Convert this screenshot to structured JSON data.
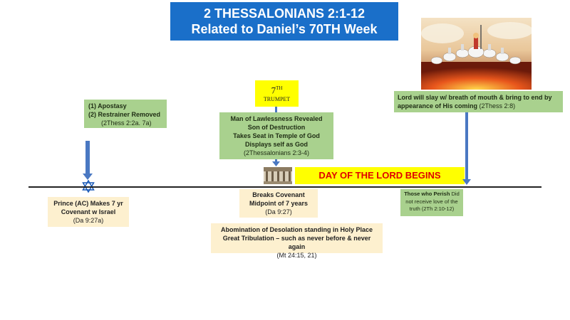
{
  "title": {
    "line1": "2 THESSALONIANS 2:1-12",
    "line2": "Related to Daniel’s 70TH Week"
  },
  "colors": {
    "title_bg": "#1a6fc9",
    "green_box": "#a9d18e",
    "cream_box": "#fdf0cf",
    "highlight_yellow": "#ffff00",
    "day_of_lord_text": "#e00000",
    "arrow_blue": "#4a78c2"
  },
  "apostasy_box": {
    "line1": "(1) Apostasy",
    "line2": "(2) Restrainer Removed",
    "ref": "(2Thess 2:2a. 7a)"
  },
  "trumpet": {
    "number": "7",
    "suffix": "TH",
    "label": "TRUMPET"
  },
  "lawless_box": {
    "line1": "Man of Lawlessness Revealed",
    "line2": "Son of Destruction",
    "line3": "Takes Seat in Temple of God",
    "line4": "Displays self as God",
    "ref": "(2Thessalonians 2:3-4)"
  },
  "slay_box": {
    "line1": "Lord will slay w/ breath of mouth & bring to end by",
    "line2": "appearance of His coming",
    "ref": "(2Thess 2:8)"
  },
  "day_of_lord": "DAY OF THE LORD BEGINS",
  "star_icon": "star-of-david-icon",
  "prince_box": {
    "line1": "Prince (AC) Makes 7 yr",
    "line2": "Covenant w Israel",
    "ref": "(Da 9:27a)"
  },
  "breaks_box": {
    "line1": "Breaks Covenant",
    "line2": "Midpoint of 7 years",
    "ref": "(Da 9:27)"
  },
  "abomination_box": {
    "line1": "Abomination of Desolation standing in Holy Place",
    "line2": "Great Tribulation – such as never before & never again",
    "ref": "(Mt 24:15, 21)"
  },
  "perish_box": {
    "bold": "Those who Perish",
    "line1_rest": "Did",
    "line2": "not receive love of the",
    "line3": "truth (2Th 2:10-12)"
  }
}
